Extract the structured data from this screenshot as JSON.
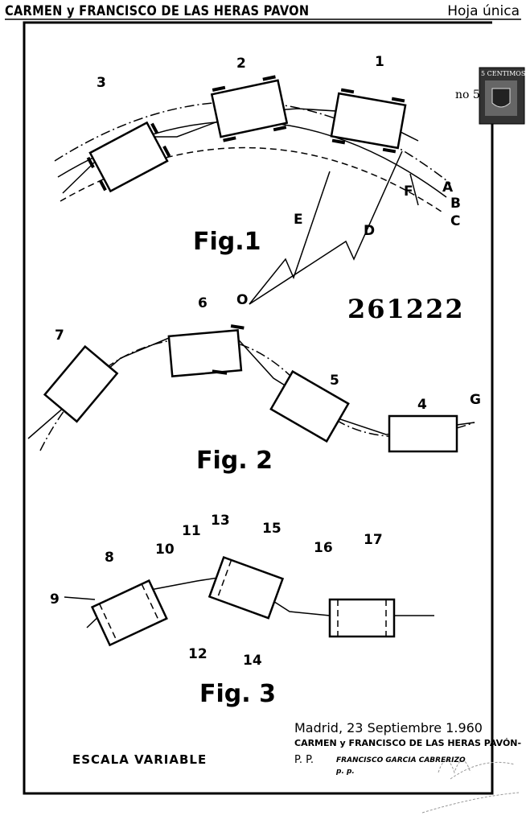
{
  "header": {
    "applicant": "CARMEN y FRANCISCO DE LAS HERAS PAVON",
    "sheet": "Hoja única"
  },
  "stamp": {
    "text": "5 CENTIMOS",
    "handwritten": "no 5"
  },
  "patent_number": "261222",
  "figures": [
    {
      "title": "Fig.1",
      "labels": [
        "1",
        "2",
        "3",
        "A",
        "B",
        "C",
        "D",
        "E",
        "F",
        "O"
      ]
    },
    {
      "title": "Fig. 2",
      "labels": [
        "4",
        "5",
        "6",
        "7",
        "G"
      ]
    },
    {
      "title": "Fig. 3",
      "labels": [
        "8",
        "9",
        "10",
        "11",
        "12",
        "13",
        "14",
        "15",
        "16",
        "17"
      ]
    }
  ],
  "footer": {
    "scale": "ESCALA VARIABLE",
    "place_date": "Madrid, 23 Septiembre 1.960",
    "signatory": "CARMEN y FRANCISCO DE LAS HERAS PAVÓN-",
    "pp": "P. P.",
    "agent": "FRANCISCO GARCIA CABRERIZO",
    "agent_pp": "p. p."
  }
}
